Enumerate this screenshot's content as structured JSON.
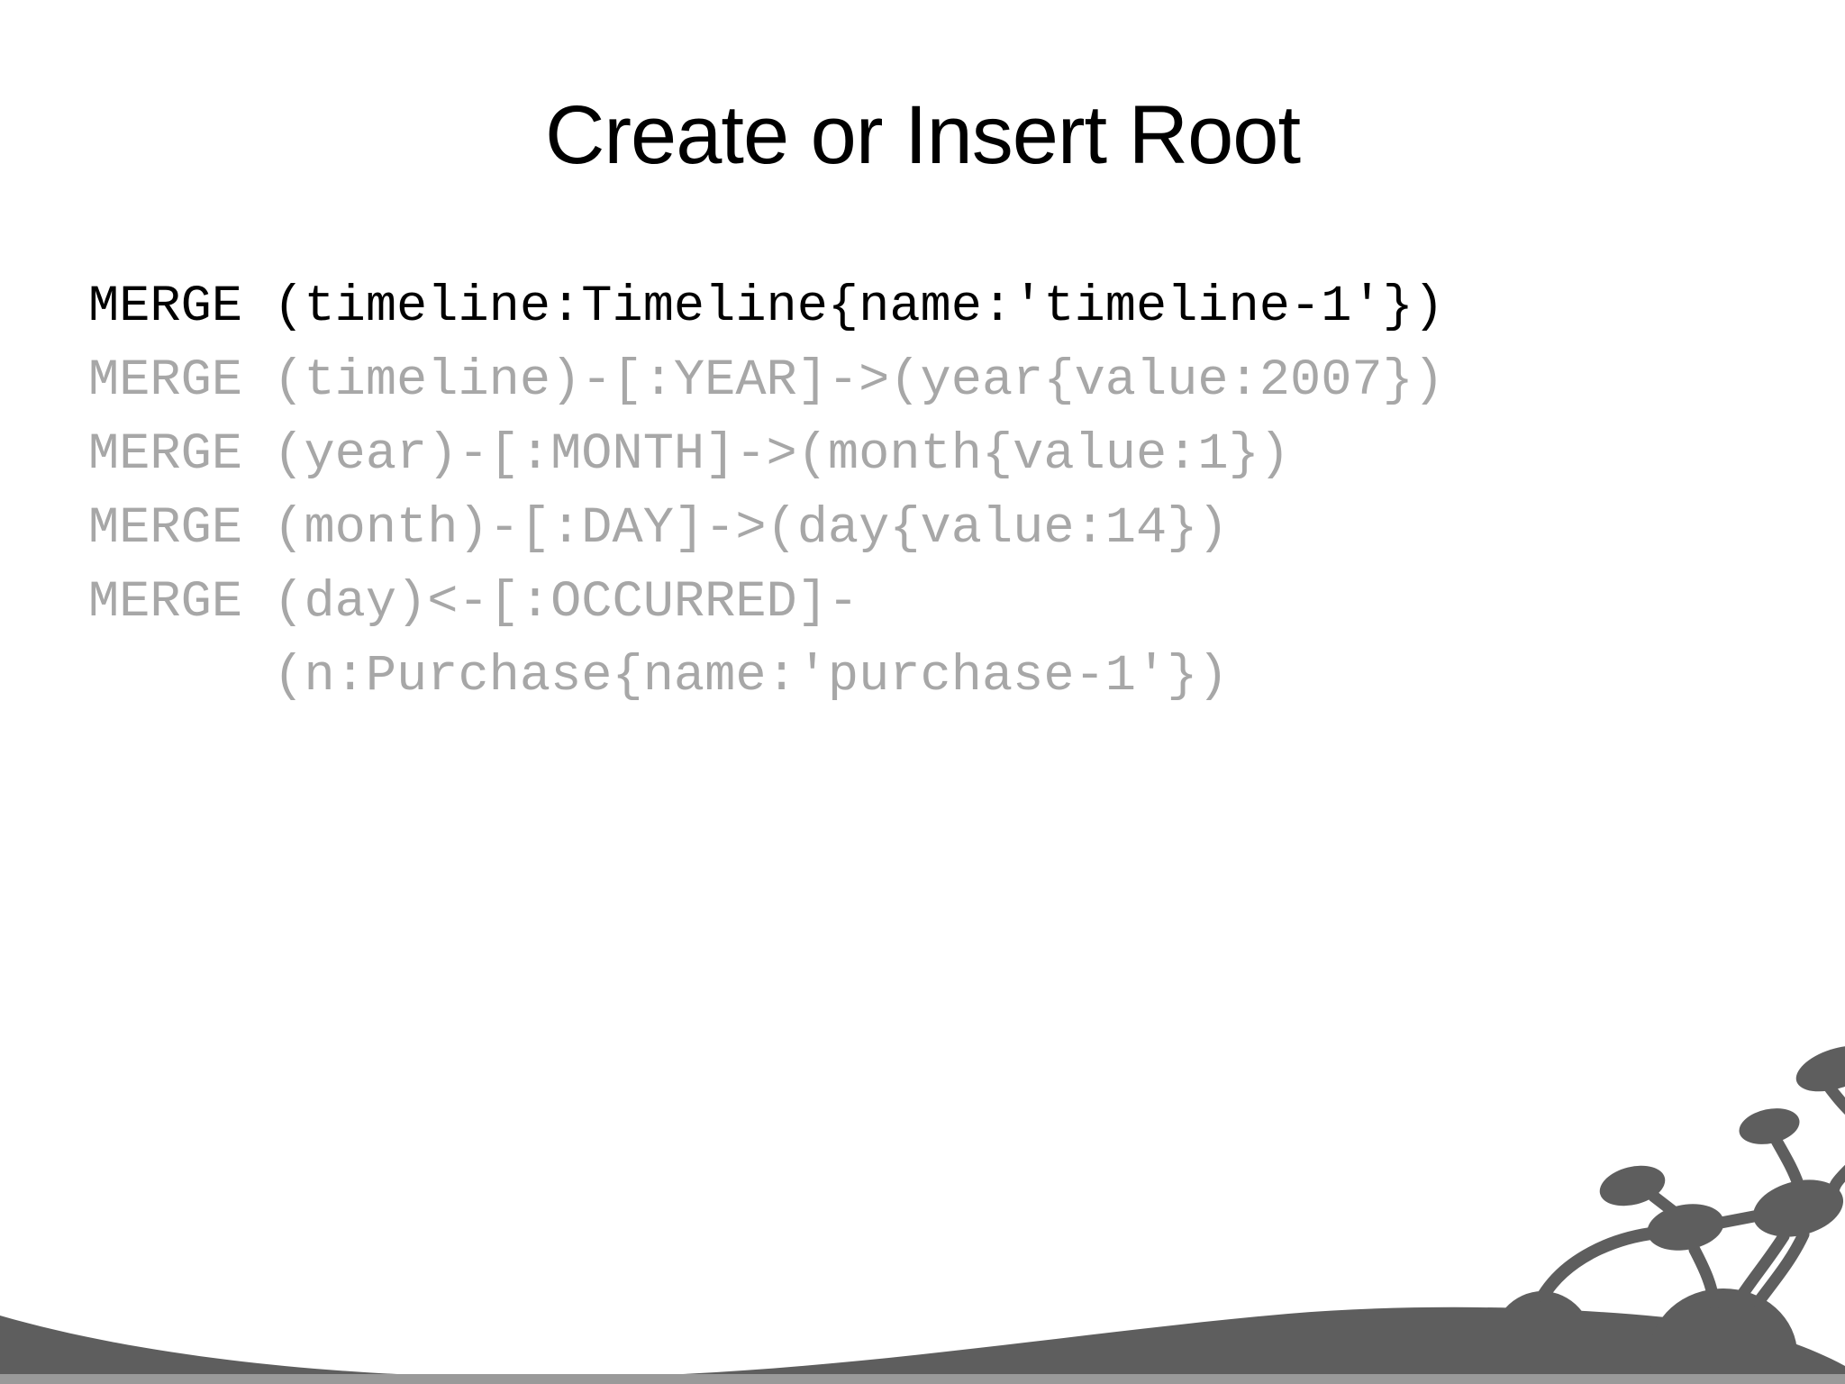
{
  "slide": {
    "title": "Create or Insert Root",
    "code": {
      "lines": [
        {
          "text": "MERGE (timeline:Timeline{name:'timeline-1'})",
          "style": "active"
        },
        {
          "text": "MERGE (timeline)-[:YEAR]->(year{value:2007})",
          "style": "muted"
        },
        {
          "text": "MERGE (year)-[:MONTH]->(month{value:1})",
          "style": "muted"
        },
        {
          "text": "MERGE (month)-[:DAY]->(day{value:14})",
          "style": "muted"
        },
        {
          "text": "MERGE (day)<-[:OCCURRED]-",
          "style": "muted"
        },
        {
          "text": "      (n:Purchase{name:'purchase-1'})",
          "style": "muted"
        }
      ]
    },
    "decoration": {
      "description": "graph-nodes-sprouting-from-hills",
      "icon": "graph-wave-decoration"
    },
    "colors": {
      "background": "#ffffff",
      "title_text": "#000000",
      "active_code": "#000000",
      "muted_code": "#a7a7a7",
      "decoration_gray": "#5e5e5e",
      "footer_strip": "#9a9a9a"
    }
  }
}
